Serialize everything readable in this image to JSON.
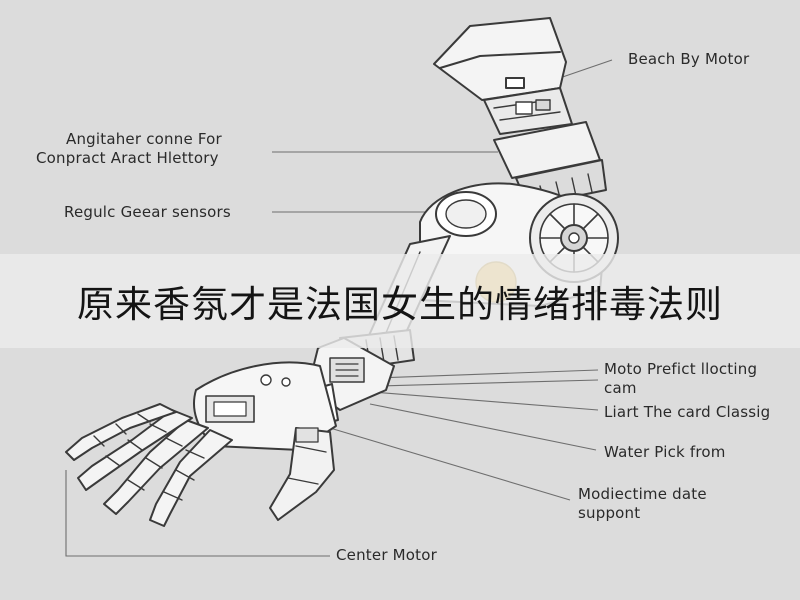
{
  "callouts": [
    {
      "id": "beach-by-motor",
      "lines": [
        "Beach By Motor"
      ]
    },
    {
      "id": "angitaher",
      "lines": [
        "Angitaher conne For",
        "Conpract Aract Hlettory"
      ]
    },
    {
      "id": "regulc-gear-sensors",
      "lines": [
        "Regulc Geear sensors"
      ]
    },
    {
      "id": "moto-prefict",
      "lines": [
        "Moto Prefict llocting",
        "cam"
      ]
    },
    {
      "id": "liart-card",
      "lines": [
        "Liart The card Classig"
      ]
    },
    {
      "id": "water-pick",
      "lines": [
        "Water Pick from"
      ]
    },
    {
      "id": "modiectime",
      "lines": [
        "Modiectime date",
        "suppont"
      ]
    },
    {
      "id": "center-motor",
      "lines": [
        "Center Motor"
      ]
    }
  ],
  "banner": {
    "text": "原来香氛才是法国女生的情绪排毒法则"
  },
  "colors": {
    "background": "#dcdcdc",
    "line": "#3a3a3a",
    "leader": "#6a6a6a",
    "accent": "#f2c14e",
    "banner": "#ececec"
  }
}
